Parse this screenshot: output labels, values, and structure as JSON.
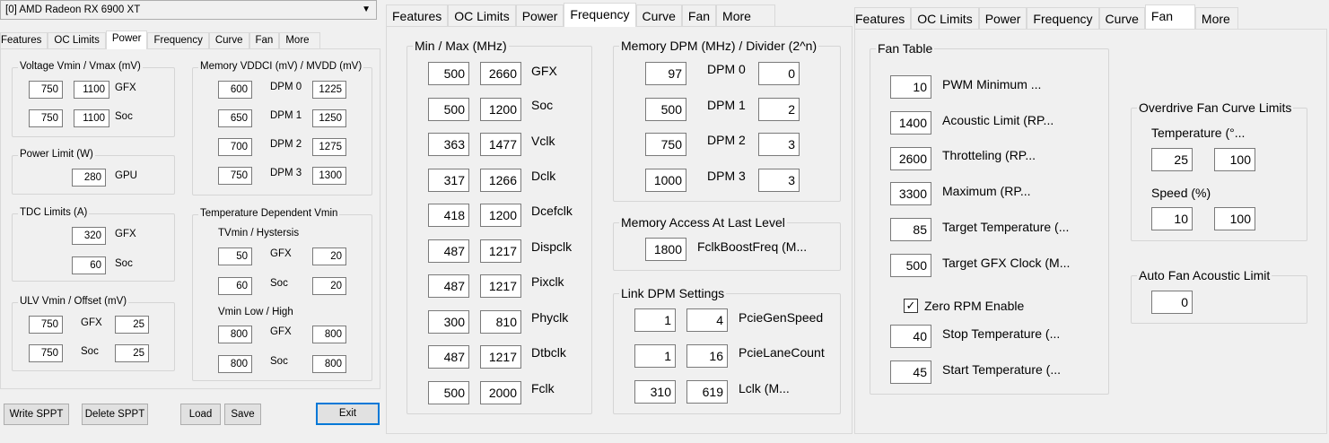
{
  "device": {
    "name": "[0] AMD Radeon RX 6900 XT"
  },
  "panel1": {
    "tabs": [
      "Features",
      "OC Limits",
      "Power",
      "Frequency",
      "Curve",
      "Fan",
      "More"
    ],
    "voltage": {
      "title": "Voltage Vmin / Vmax (mV)",
      "gfx": {
        "min": "750",
        "max": "1100",
        "label": "GFX"
      },
      "soc": {
        "min": "750",
        "max": "1100",
        "label": "Soc"
      }
    },
    "power_limit": {
      "title": "Power Limit (W)",
      "value": "280",
      "label": "GPU"
    },
    "tdc": {
      "title": "TDC Limits (A)",
      "gfx": {
        "value": "320",
        "label": "GFX"
      },
      "soc": {
        "value": "60",
        "label": "Soc"
      }
    },
    "ulv": {
      "title": "ULV Vmin / Offset (mV)",
      "gfx": {
        "vmin": "750",
        "offset": "25",
        "label": "GFX"
      },
      "soc": {
        "vmin": "750",
        "offset": "25",
        "label": "Soc"
      }
    },
    "memory": {
      "title": "Memory VDDCI (mV) / MVDD (mV)",
      "rows": [
        {
          "vddci": "600",
          "label": "DPM 0",
          "mvdd": "1225"
        },
        {
          "vddci": "650",
          "label": "DPM 1",
          "mvdd": "1250"
        },
        {
          "vddci": "700",
          "label": "DPM 2",
          "mvdd": "1275"
        },
        {
          "vddci": "750",
          "label": "DPM 3",
          "mvdd": "1300"
        }
      ]
    },
    "temp_vmin": {
      "title": "Temperature Dependent Vmin",
      "tvmin_title": "TVmin / Hystersis",
      "gfx": {
        "a": "50",
        "label": "GFX",
        "b": "20"
      },
      "soc": {
        "a": "60",
        "label": "Soc",
        "b": "20"
      },
      "vmin_title": "Vmin Low / High",
      "gfx2": {
        "a": "800",
        "label": "GFX",
        "b": "800"
      },
      "soc2": {
        "a": "800",
        "label": "Soc",
        "b": "800"
      }
    },
    "buttons": {
      "write": "Write SPPT",
      "delete": "Delete SPPT",
      "load": "Load",
      "save": "Save",
      "exit": "Exit"
    }
  },
  "panel2": {
    "tabs": [
      "Features",
      "OC Limits",
      "Power",
      "Frequency",
      "Curve",
      "Fan",
      "More"
    ],
    "minmax": {
      "title": "Min / Max (MHz)",
      "rows": [
        {
          "min": "500",
          "max": "2660",
          "label": "GFX"
        },
        {
          "min": "500",
          "max": "1200",
          "label": "Soc"
        },
        {
          "min": "363",
          "max": "1477",
          "label": "Vclk"
        },
        {
          "min": "317",
          "max": "1266",
          "label": "Dclk"
        },
        {
          "min": "418",
          "max": "1200",
          "label": "Dcefclk"
        },
        {
          "min": "487",
          "max": "1217",
          "label": "Dispclk"
        },
        {
          "min": "487",
          "max": "1217",
          "label": "Pixclk"
        },
        {
          "min": "300",
          "max": "810",
          "label": "Phyclk"
        },
        {
          "min": "487",
          "max": "1217",
          "label": "Dtbclk"
        },
        {
          "min": "500",
          "max": "2000",
          "label": "Fclk"
        }
      ]
    },
    "memdpm": {
      "title": "Memory DPM (MHz) / Divider (2^n)",
      "rows": [
        {
          "freq": "97",
          "label": "DPM 0",
          "div": "0"
        },
        {
          "freq": "500",
          "label": "DPM 1",
          "div": "2"
        },
        {
          "freq": "750",
          "label": "DPM 2",
          "div": "3"
        },
        {
          "freq": "1000",
          "label": "DPM 3",
          "div": "3"
        }
      ]
    },
    "memaccess": {
      "title": "Memory Access At Last Level",
      "value": "1800",
      "label": "FclkBoostFreq (M..."
    },
    "link": {
      "title": "Link DPM Settings",
      "rows": [
        {
          "a": "1",
          "b": "4",
          "label": "PcieGenSpeed"
        },
        {
          "a": "1",
          "b": "16",
          "label": "PcieLaneCount"
        },
        {
          "a": "310",
          "b": "619",
          "label": "Lclk (M..."
        }
      ]
    }
  },
  "panel3": {
    "tabs": [
      "Features",
      "OC Limits",
      "Power",
      "Frequency",
      "Curve",
      "Fan",
      "More"
    ],
    "fan_table": {
      "title": "Fan Table",
      "rows": [
        {
          "value": "10",
          "label": "PWM Minimum ..."
        },
        {
          "value": "1400",
          "label": "Acoustic Limit (RP..."
        },
        {
          "value": "2600",
          "label": "Throtteling (RP..."
        },
        {
          "value": "3300",
          "label": "Maximum (RP..."
        },
        {
          "value": "85",
          "label": "Target Temperature (..."
        },
        {
          "value": "500",
          "label": "Target GFX Clock (M..."
        }
      ],
      "zero_rpm": {
        "label": "Zero RPM Enable",
        "checked": true,
        "mark": "✓"
      },
      "stop": {
        "value": "40",
        "label": "Stop Temperature (..."
      },
      "start": {
        "value": "45",
        "label": "Start Temperature (..."
      }
    },
    "od_limits": {
      "title": "Overdrive Fan Curve Limits",
      "temp_label": "Temperature (°...",
      "temp_min": "25",
      "temp_max": "100",
      "speed_label": "Speed (%)",
      "speed_min": "10",
      "speed_max": "100"
    },
    "auto_fan": {
      "title": "Auto Fan Acoustic Limit",
      "value": "0"
    }
  }
}
